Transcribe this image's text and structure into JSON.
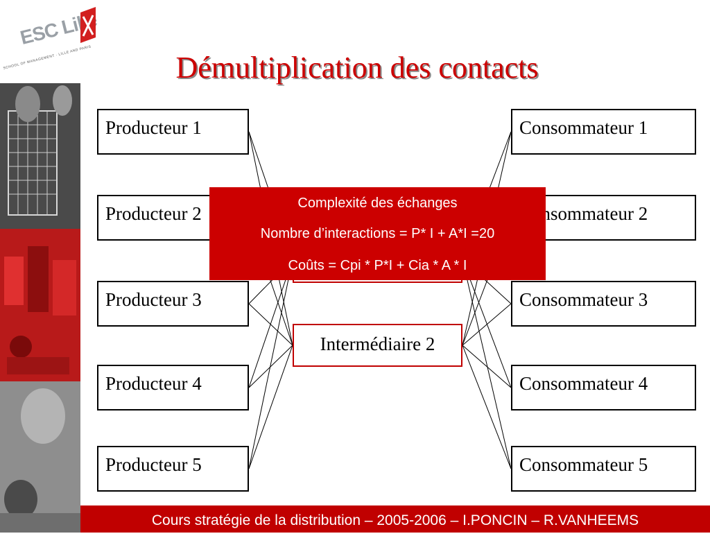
{
  "logo": {
    "name": "ESC Lille",
    "subtitle": "SCHOOL OF MANAGEMENT · LILLE AND PARIS"
  },
  "slide": {
    "title": "Démultiplication des contacts"
  },
  "producers": [
    "Producteur 1",
    "Producteur 2",
    "Producteur 3",
    "Producteur 4",
    "Producteur 5"
  ],
  "consumers": [
    "Consommateur 1",
    "Consommateur 2",
    "Consommateur 3",
    "Consommateur 4",
    "Consommateur 5"
  ],
  "intermediaries": {
    "second": "Intermédiaire 2"
  },
  "info_box": {
    "line1": "Complexité des échanges",
    "line2": "Nombre d’interactions = P* I + A*I =20",
    "line3": "Coûts = Cpi * P*I + Cia * A * I"
  },
  "footer": {
    "text": "Cours stratégie de la distribution – 2005-2006 – I.PONCIN – R.VANHEEMS"
  },
  "colors": {
    "accent": "#cc0000",
    "footer": "#c00000",
    "title_shadow": "#8a8a8a"
  }
}
